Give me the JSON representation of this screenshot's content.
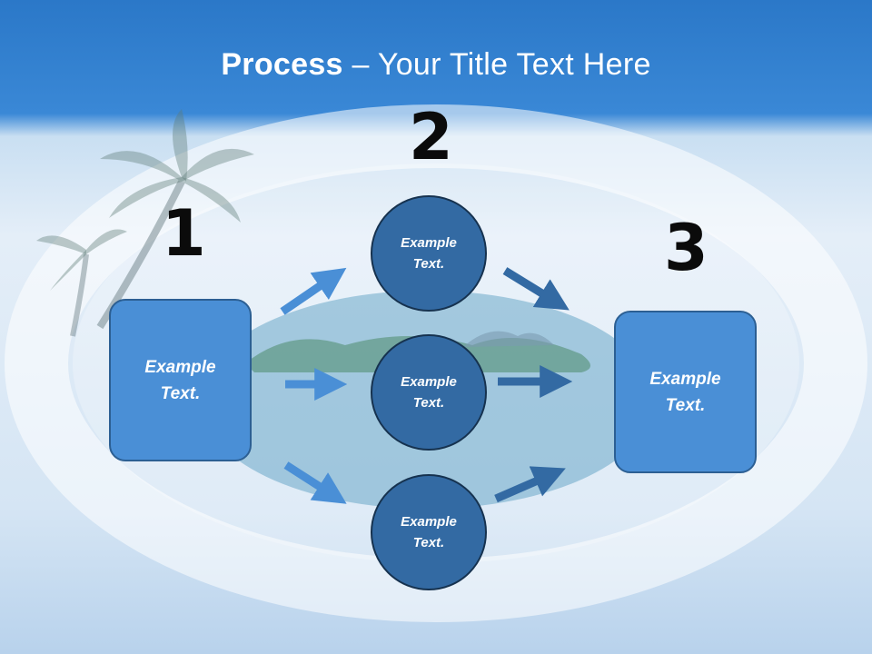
{
  "title": {
    "bold": "Process",
    "rest": " – Your Title Text Here"
  },
  "steps": [
    {
      "number": "1",
      "label": "Example Text."
    },
    {
      "number": "2",
      "label": "Example Text."
    },
    {
      "number": "3",
      "label": "Example Text."
    }
  ],
  "circles": [
    {
      "label": "Example Text."
    },
    {
      "label": "Example Text."
    },
    {
      "label": "Example Text."
    }
  ],
  "colors": {
    "header": "#2b78c8",
    "box": "#4a8fd6",
    "circle": "#336aa3",
    "arrow_light": "#4a8fd6",
    "arrow_dark": "#336aa3"
  }
}
